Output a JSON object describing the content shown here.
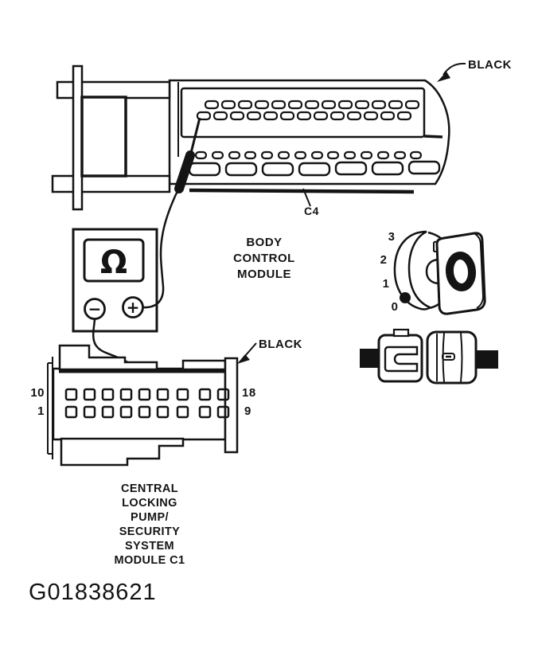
{
  "figure_id": "G01838621",
  "colors": {
    "ink": "#141414",
    "paper": "#ffffff"
  },
  "bcm": {
    "wire_label": "BLACK",
    "connector_label": "C4",
    "title": [
      "BODY",
      "CONTROL",
      "MODULE"
    ]
  },
  "ohmmeter": {
    "display_symbol": "Ω",
    "negative_terminal": "−",
    "positive_terminal": "+"
  },
  "ignition": {
    "positions": [
      "3",
      "2",
      "1",
      "0"
    ]
  },
  "clp": {
    "wire_label": "BLACK",
    "pins": {
      "top_left": "10",
      "bottom_left": "1",
      "top_right": "18",
      "bottom_right": "9"
    },
    "title": [
      "CENTRAL",
      "LOCKING",
      "PUMP/",
      "SECURITY",
      "SYSTEM",
      "MODULE C1"
    ]
  }
}
